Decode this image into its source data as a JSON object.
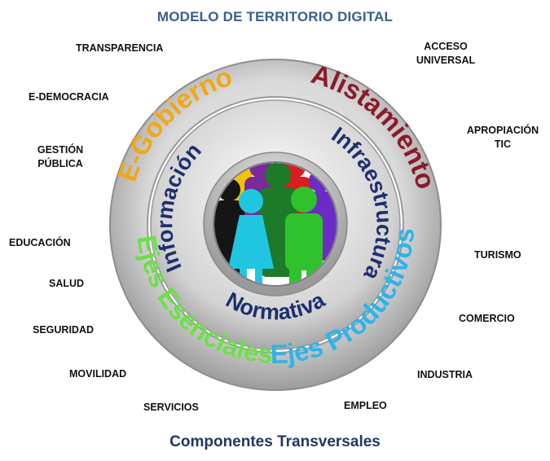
{
  "title": "MODELO DE TERRITORIO DIGITAL",
  "caption": "Componentes Transversales",
  "outer_ring": {
    "e_gobierno": "E-Gobierno",
    "alistamiento": "Alistamiento",
    "ejes_esenciales": "Ejes Esenciales",
    "ejes_productivos": "Ejes Productivos"
  },
  "inner_ring": {
    "informacion": "Información",
    "infraestructura": "Infraestructura",
    "normativa": "Normativa"
  },
  "labels": {
    "transparencia": "TRANSPARENCIA",
    "e_democracia": "E-DEMOCRACIA",
    "gestion_publica_1": "GESTIÓN",
    "gestion_publica_2": "PÚBLICA",
    "educacion": "EDUCACIÓN",
    "salud": "SALUD",
    "seguridad": "SEGURIDAD",
    "movilidad": "MOVILIDAD",
    "servicios": "SERVICIOS",
    "empleo": "EMPLEO",
    "industria": "INDUSTRIA",
    "comercio": "COMERCIO",
    "turismo": "TURISMO",
    "apropiacion_1": "APROPIACIÓN",
    "apropiacion_2": "TIC",
    "acceso_1": "ACCESO",
    "acceso_2": "UNIVERSAL"
  },
  "colors": {
    "title": "#3b5e8c",
    "e_gobierno": "#f0a818",
    "alistamiento": "#8b1a2b",
    "ejes_esenciales": "#6ee04a",
    "ejes_productivos": "#2fb4e8",
    "inner_text": "#1e2f6e",
    "caption": "#1f3864"
  }
}
